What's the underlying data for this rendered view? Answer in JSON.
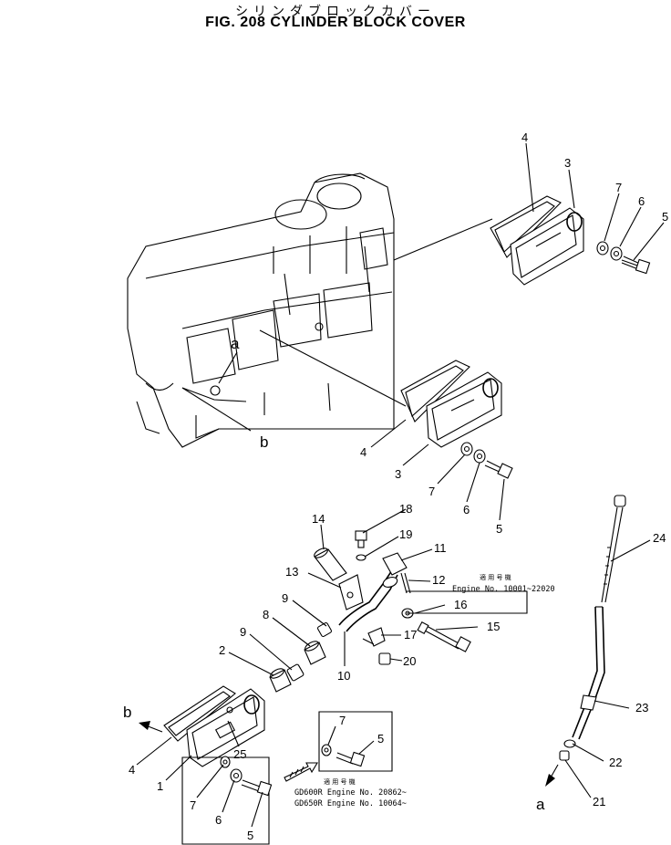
{
  "header": {
    "title_jp": "シリンダブロックカバー",
    "title_en": "FIG. 208  CYLINDER BLOCK COVER"
  },
  "callouts": {
    "n1": "1",
    "n2": "2",
    "n3": "3",
    "n4": "4",
    "n5": "5",
    "n6": "6",
    "n7": "7",
    "n8": "8",
    "n9": "9",
    "n10": "10",
    "n11": "11",
    "n12": "12",
    "n13": "13",
    "n14": "14",
    "n15": "15",
    "n16": "16",
    "n17": "17",
    "n18": "18",
    "n19": "19",
    "n20": "20",
    "n21": "21",
    "n22": "22",
    "n23": "23",
    "n24": "24",
    "n25": "25",
    "a": "a",
    "b": "b"
  },
  "notes": {
    "applicable_jp": "適 用 号 機",
    "serial_upper": "Engine No. 10001~22020",
    "serial_gd600r": "GD600R Engine No. 20862~",
    "serial_gd650r": "GD650R Engine No. 10064~"
  }
}
